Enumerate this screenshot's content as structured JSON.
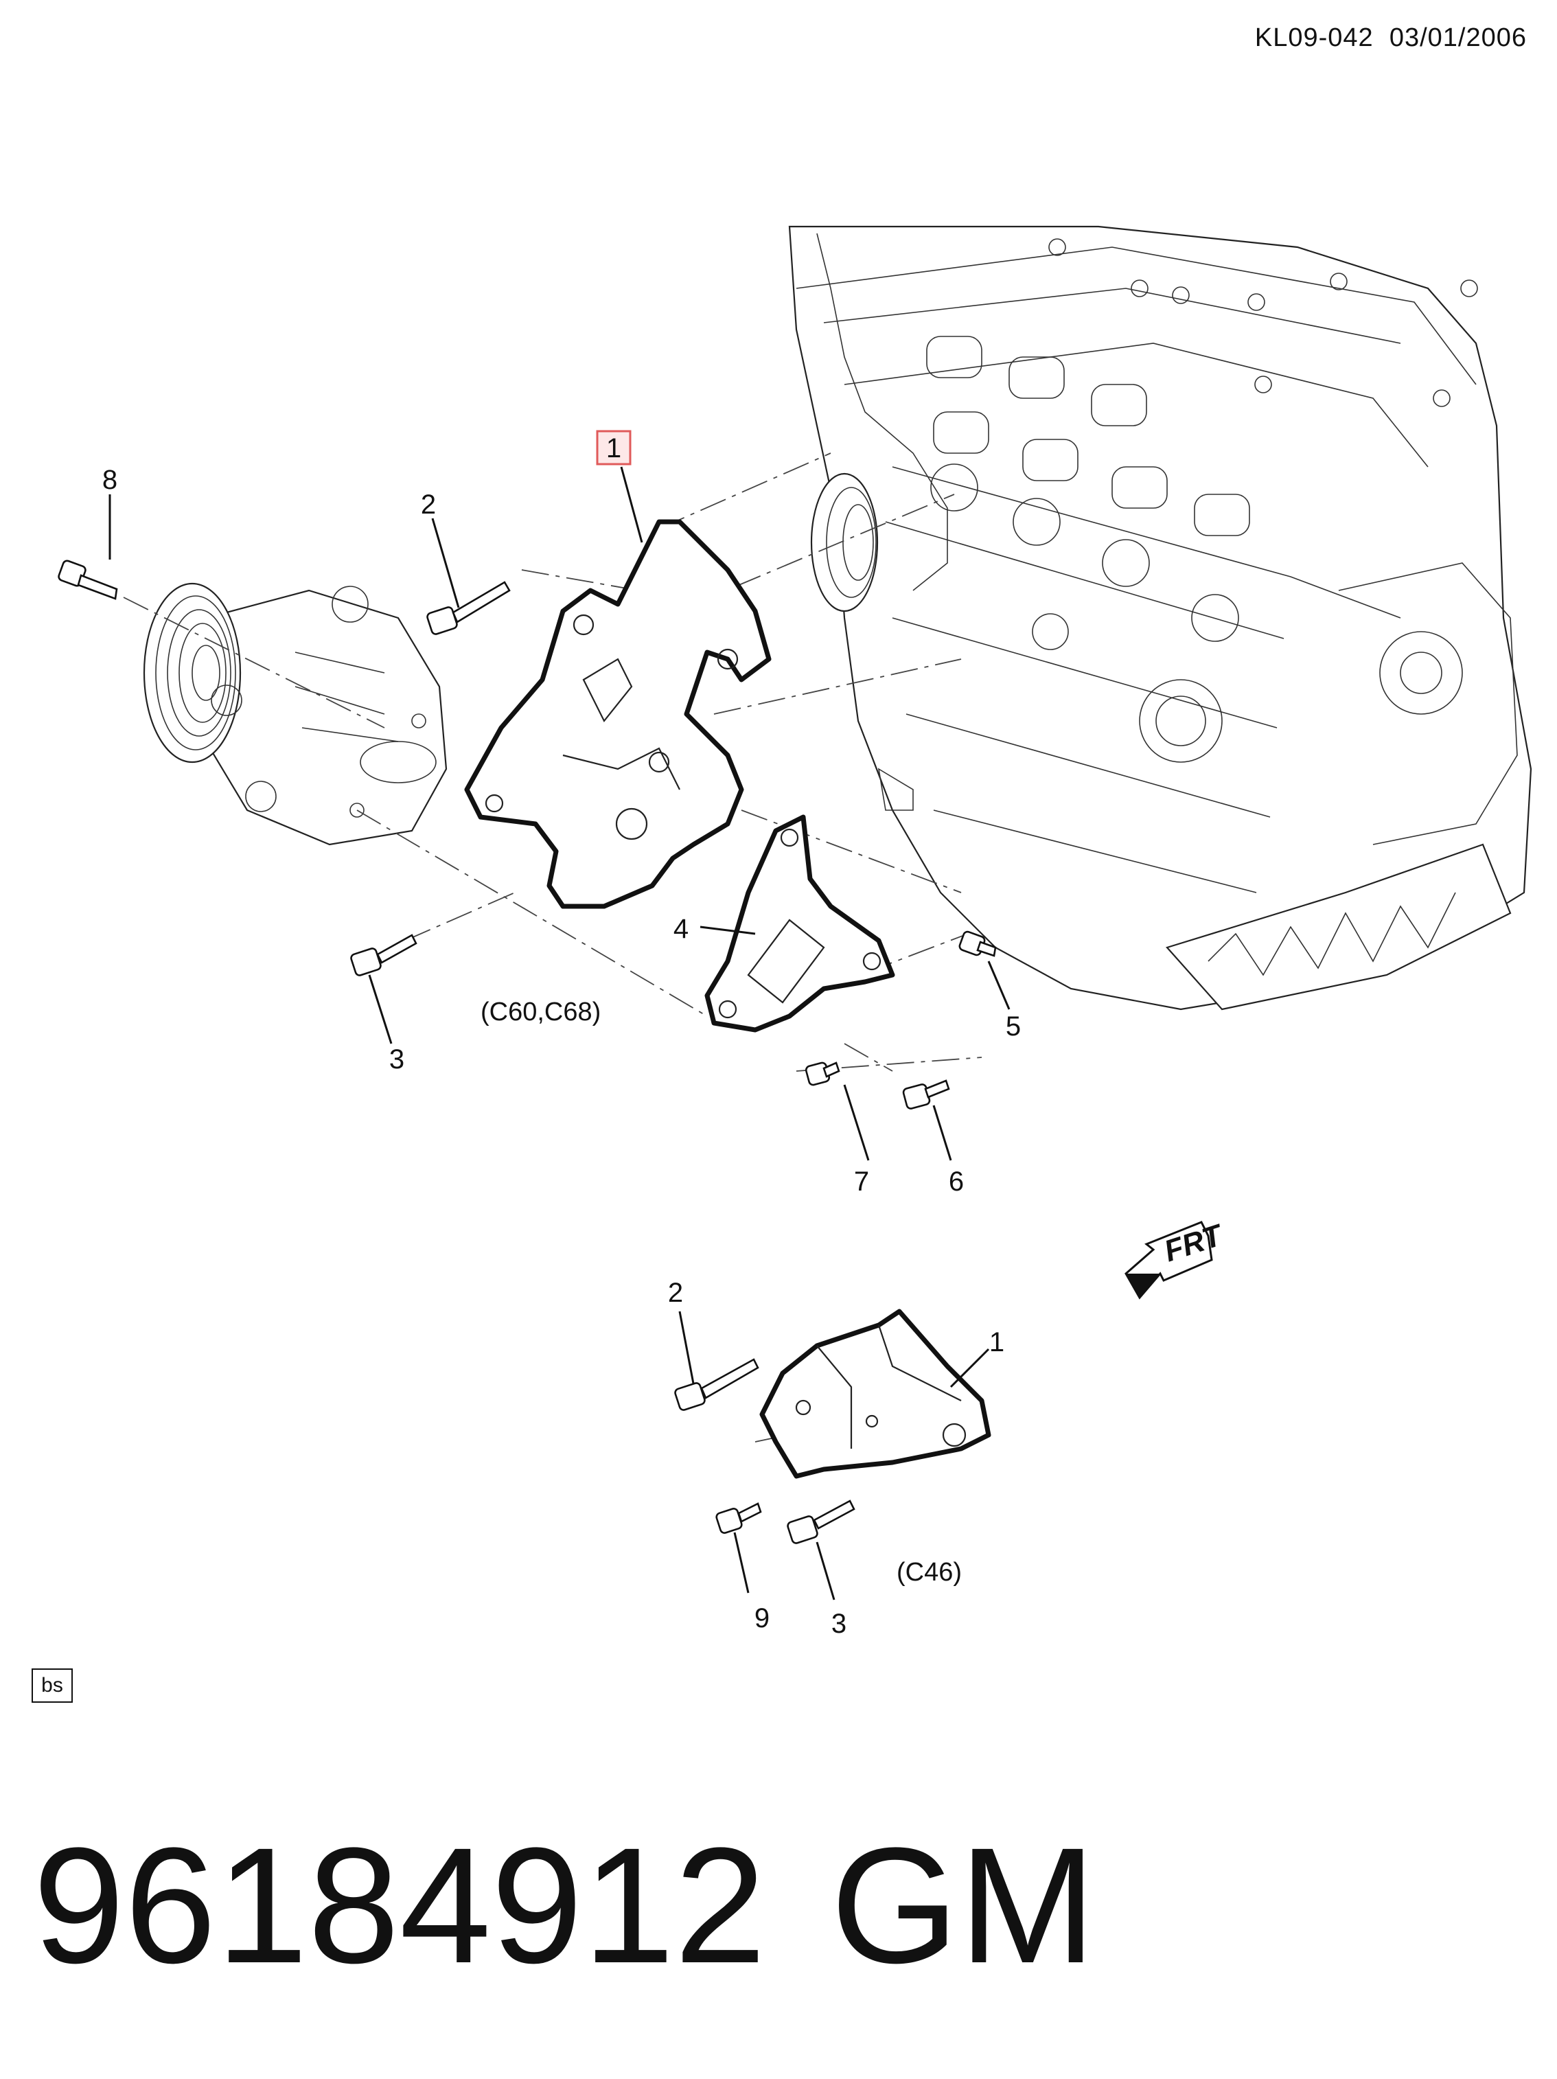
{
  "header": {
    "code": "KL09-042",
    "date": "03/01/2006"
  },
  "callouts": {
    "c1_top": "1",
    "c2_top": "2",
    "c3_top": "3",
    "c4": "4",
    "c5": "5",
    "c6": "6",
    "c7": "7",
    "c8": "8",
    "c1_bottom": "1",
    "c2_bottom": "2",
    "c3_bottom": "3",
    "c9": "9"
  },
  "variants": {
    "upper": "(C60,C68)",
    "lower": "(C46)"
  },
  "direction_marker": "FRT",
  "bs_label": "bs",
  "footer": {
    "part_number": "96184912",
    "brand": "GM"
  },
  "colors": {
    "highlight_box": "#e05a5a",
    "highlight_fill": "#fde8e8",
    "ink": "#111111"
  }
}
